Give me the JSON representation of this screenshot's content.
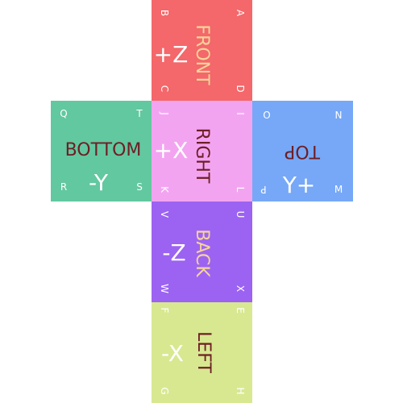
{
  "colors": {
    "front": "#f4676a",
    "right": "#f3a4f1",
    "top": "#76a8f7",
    "bottom": "#62c8a0",
    "back": "#9c63f2",
    "left": "#d8e891",
    "name_light": "#f6d49a",
    "name_dark": "#6d1e24",
    "axis_light": "#ffffff",
    "axis_dark": "#8a2f3a"
  },
  "faces": {
    "front": {
      "name": "FRONT",
      "axis": "+Z",
      "corners": {
        "tl": "B",
        "tr": "A",
        "bl": "C",
        "br": "D"
      }
    },
    "right": {
      "name": "RIGHT",
      "axis": "+X",
      "corners": {
        "tl": "J",
        "tr": "I",
        "bl": "K",
        "br": "L"
      }
    },
    "top": {
      "name": "TOP",
      "axis": "+Y",
      "corners": {
        "tl": "O",
        "tr": "N",
        "bl": "P",
        "br": "M"
      }
    },
    "bottom": {
      "name": "BOTTOM",
      "axis": "-Y",
      "corners": {
        "tl": "Q",
        "tr": "T",
        "bl": "R",
        "br": "S"
      }
    },
    "back": {
      "name": "BACK",
      "axis": "-Z",
      "corners": {
        "tl": "V",
        "tr": "U",
        "bl": "W",
        "br": "X"
      }
    },
    "left": {
      "name": "LEFT",
      "axis": "-X",
      "corners": {
        "tl": "F",
        "tr": "E",
        "bl": "G",
        "br": "H"
      }
    }
  }
}
